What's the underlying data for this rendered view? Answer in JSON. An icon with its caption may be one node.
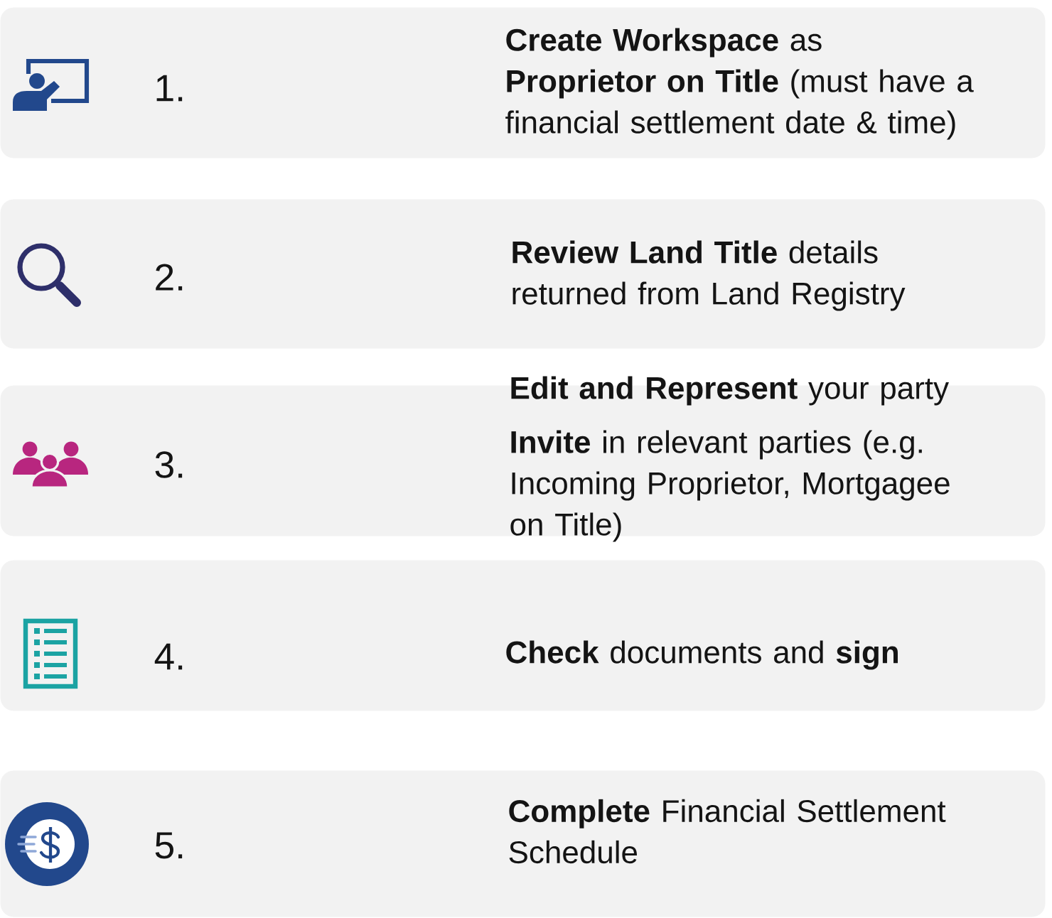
{
  "diagram": {
    "nodes": [
      {
        "text": [
          "1.",
          "**Create Workspace** as **Proprietor on Title** (must have a financial settlement date & time)"
        ]
      },
      {
        "text": [
          "2.",
          "**Review Land Title** details returned from Land Registry"
        ]
      },
      {
        "text": [
          "3.",
          "**Edit and Represent** your party",
          "**Invite** in relevant parties (e.g. Incoming Proprietor, Mortgagee on Title)"
        ]
      },
      {
        "text": [
          "4.",
          "**Check** documents and **sign**"
        ]
      },
      {
        "text": [
          "5.",
          "**Complete** Financial Settlement Schedule"
        ]
      }
    ]
  }
}
